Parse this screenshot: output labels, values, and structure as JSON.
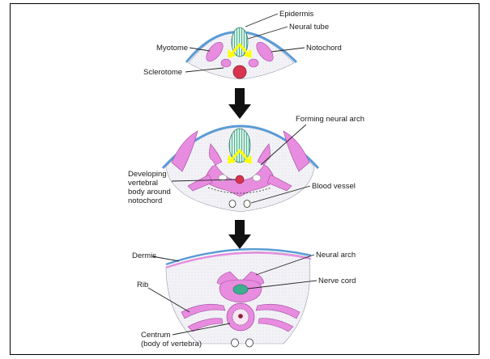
{
  "stage1": {
    "labels": {
      "epidermis": "Epidermis",
      "neural_tube": "Neural tube",
      "notochord": "Notochord",
      "myotome": "Myotome",
      "sclerotome": "Sclerotome"
    }
  },
  "stage2": {
    "labels": {
      "forming_neural_arch": "Forming neural arch",
      "developing_body": [
        "Developing",
        "vertebral",
        "body around",
        "notochord"
      ],
      "blood_vessel": "Blood vessel"
    }
  },
  "stage3": {
    "labels": {
      "dermis": "Dermis",
      "neural_arch": "Neural arch",
      "nerve_cord": "Nerve cord",
      "rib": "Rib",
      "centrum": [
        "Centrum",
        "(body of vertebra)"
      ]
    }
  },
  "colors": {
    "skin": "#5b9bd5",
    "mesoderm": "#e88ce0",
    "neural": "#3fae8e",
    "notochord": "#d9344f",
    "arrow_highlight": "#ffff00",
    "stage_arrow": "#111111"
  }
}
